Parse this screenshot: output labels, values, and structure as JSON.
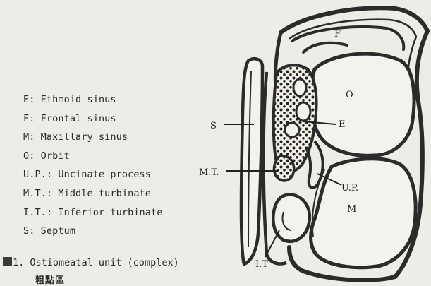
{
  "legend": [
    "E: Ethmoid sinus",
    "F: Frontal sinus",
    "M: Maxillary sinus",
    "O: Orbit",
    "U.P.: Uncinate process",
    "M.T.: Middle turbinate",
    "I.T.: Inferior turbinate",
    "S: Septum"
  ],
  "caption": {
    "text": "1. Ostiomeatal unit (complex)",
    "subtitle": "粗點區"
  },
  "diagram_labels": {
    "frontal": "F",
    "orbit": "O",
    "septum": "S",
    "ethmoid": "E",
    "middle_turbinate": "M.T.",
    "uncinate_process": "U.P.",
    "maxillary": "M",
    "inferior_turbinate": "I.T"
  }
}
